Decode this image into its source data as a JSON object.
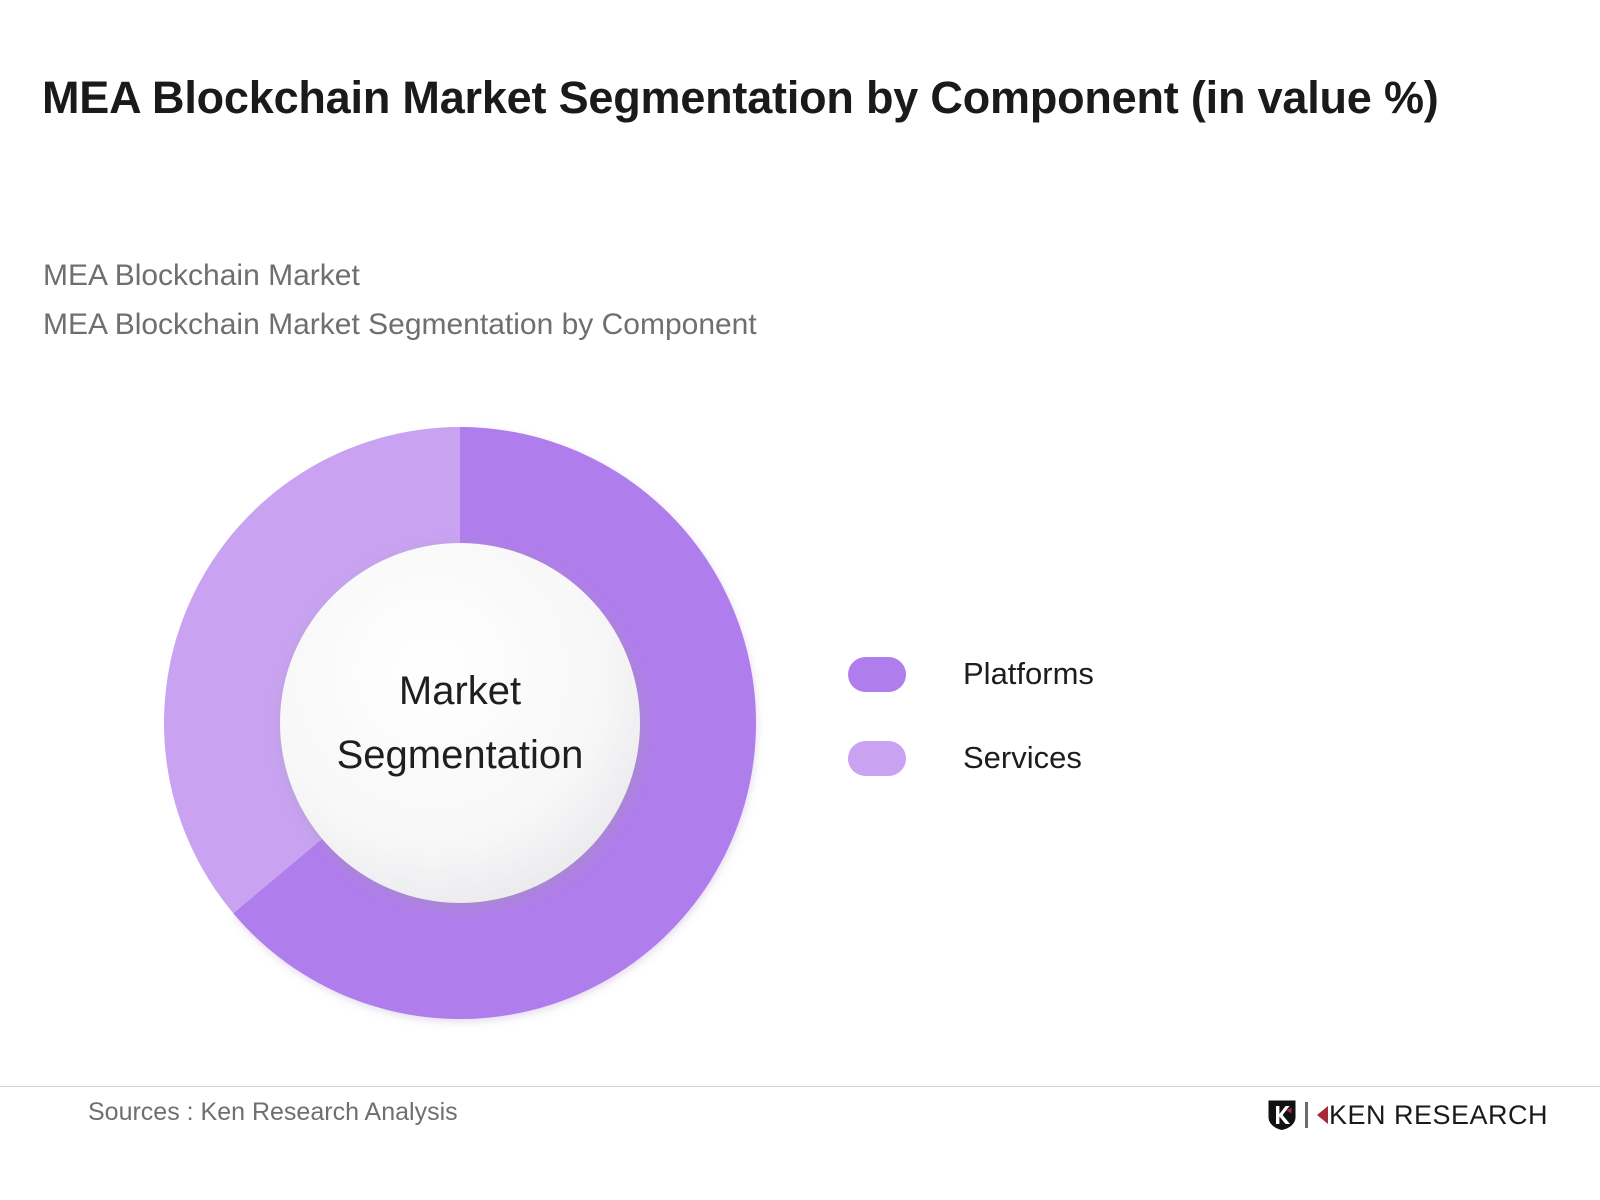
{
  "header": {
    "title": "MEA Blockchain Market Segmentation by Component (in value %)",
    "subtitle_lines": [
      "MEA Blockchain Market",
      "MEA Blockchain Market Segmentation by Component"
    ]
  },
  "donut": {
    "center_line1": "Market",
    "center_line2": "Segmentation"
  },
  "legend": {
    "items": [
      {
        "label": "Platforms",
        "color": "#b07dec"
      },
      {
        "label": "Services",
        "color": "#c9a3f2"
      }
    ]
  },
  "footer": {
    "source": "Sources : Ken Research Analysis",
    "brand_name": "KEN RESEARCH",
    "brand_mark_icon": "shield-k-icon"
  },
  "colors": {
    "platforms": "#b07dec",
    "services": "#c9a3f2",
    "inner_circle_light": "#ffffff",
    "inner_circle_shade": "#e6e6e9",
    "title_text": "#1a1a1a",
    "subtitle_text": "#6f6f6f",
    "rule": "#d4d4d4",
    "brand_red": "#a42a38"
  },
  "chart_data": {
    "type": "pie",
    "variant": "donut",
    "title": "MEA Blockchain Market Segmentation by Component (in value %)",
    "subtitle": "MEA Blockchain Market",
    "center_label": "Market Segmentation",
    "unit": "percent of value",
    "categories": [
      "Platforms",
      "Services"
    ],
    "values": [
      64,
      36
    ],
    "colors": [
      "#b07dec",
      "#c9a3f2"
    ],
    "start_angle_deg": 0,
    "direction": "clockwise",
    "legend_position": "right",
    "data_labels_shown": false,
    "grid": false,
    "series": [
      {
        "name": "Segmentation by Component",
        "slices": [
          {
            "label": "Platforms",
            "value": 64,
            "color": "#b07dec",
            "start_deg": 0,
            "end_deg": 230
          },
          {
            "label": "Services",
            "value": 36,
            "color": "#c9a3f2",
            "start_deg": 230,
            "end_deg": 360
          }
        ]
      }
    ]
  }
}
